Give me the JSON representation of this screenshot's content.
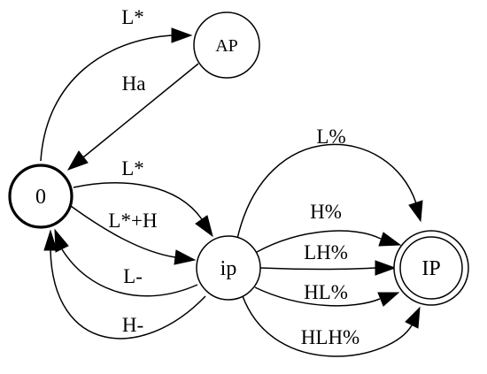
{
  "nodes": {
    "start": "0",
    "ap": "AP",
    "ip_small": "ip",
    "ip_final": "IP"
  },
  "edges": {
    "start_to_ap": "L*",
    "ap_to_start": "Ha",
    "start_to_ip_1": "L*",
    "start_to_ip_2": "L*+H",
    "ip_to_start_1": "L-",
    "ip_to_start_2": "H-",
    "ip_to_final_1": "L%",
    "ip_to_final_2": "H%",
    "ip_to_final_3": "LH%",
    "ip_to_final_4": "HL%",
    "ip_to_final_5": "HLH%"
  }
}
